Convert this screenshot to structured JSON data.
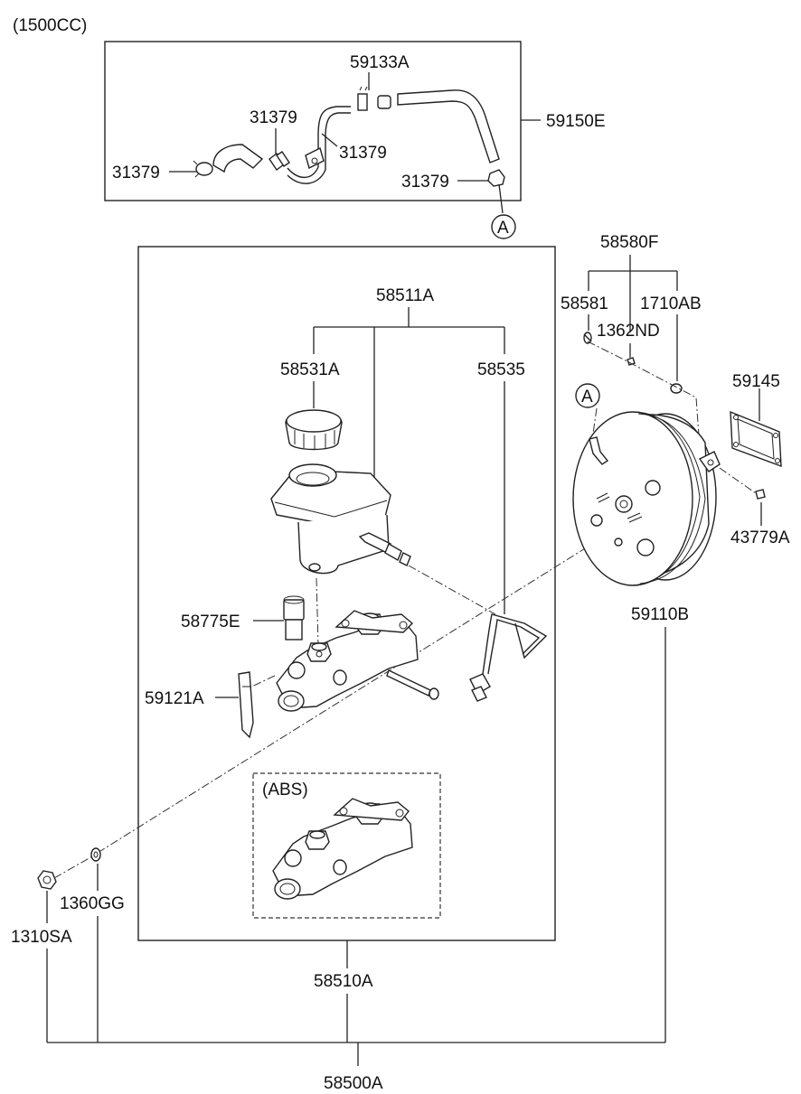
{
  "engine_note": "(1500CC)",
  "abs_note": "(ABS)",
  "circle_marker": "A",
  "labels": {
    "p59133A": "59133A",
    "p31379_a": "31379",
    "p31379_b": "31379",
    "p31379_c": "31379",
    "p31379_d": "31379",
    "p59150E": "59150E",
    "p58580F": "58580F",
    "p58581": "58581",
    "p1710AB": "1710AB",
    "p1362ND": "1362ND",
    "p58511A": "58511A",
    "p58531A": "58531A",
    "p58535": "58535",
    "p59145": "59145",
    "p43779A": "43779A",
    "p59110B": "59110B",
    "p58775E": "58775E",
    "p59121A": "59121A",
    "p1360GG": "1360GG",
    "p1310SA": "1310SA",
    "p58510A": "58510A",
    "p58500A": "58500A"
  }
}
